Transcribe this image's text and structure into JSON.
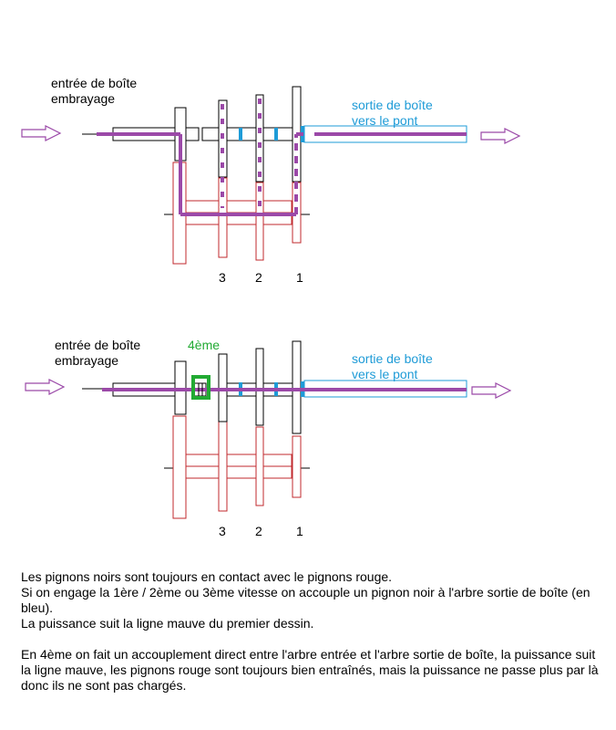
{
  "diagram1": {
    "input_label_1": "entrée de boîte",
    "input_label_2": "embrayage",
    "output_label_1": "sortie de boîte",
    "output_label_2": "vers le pont",
    "gear_numbers": [
      "3",
      "2",
      "1"
    ]
  },
  "diagram2": {
    "input_label_1": "entrée de boîte",
    "input_label_2": "embrayage",
    "output_label_1": "sortie de boîte",
    "output_label_2": "vers le pont",
    "fourth_label": "4ème",
    "gear_numbers": [
      "3",
      "2",
      "1"
    ]
  },
  "colors": {
    "power_line": "#9b49a8",
    "output_shaft": "#1e9bd7",
    "countershaft_gears": "#c0282d",
    "fourth_coupling": "#22aa33"
  },
  "notes": {
    "line1": "Les pignons noirs sont toujours en contact avec le pignons rouge.",
    "line2": "Si on engage la 1ère / 2ème ou 3ème vitesse on accouple un pignon noir à l'arbre sortie de boîte (en bleu).",
    "line3": "La puissance suit la ligne mauve du premier dessin.",
    "line4": "En 4ème on fait un accouplement direct entre l'arbre entrée et l'arbre sortie de boîte, la puissance suit la ligne mauve, les pignons rouge sont toujours bien entraînés, mais la puissance ne passe plus par là donc ils ne sont pas chargés."
  }
}
